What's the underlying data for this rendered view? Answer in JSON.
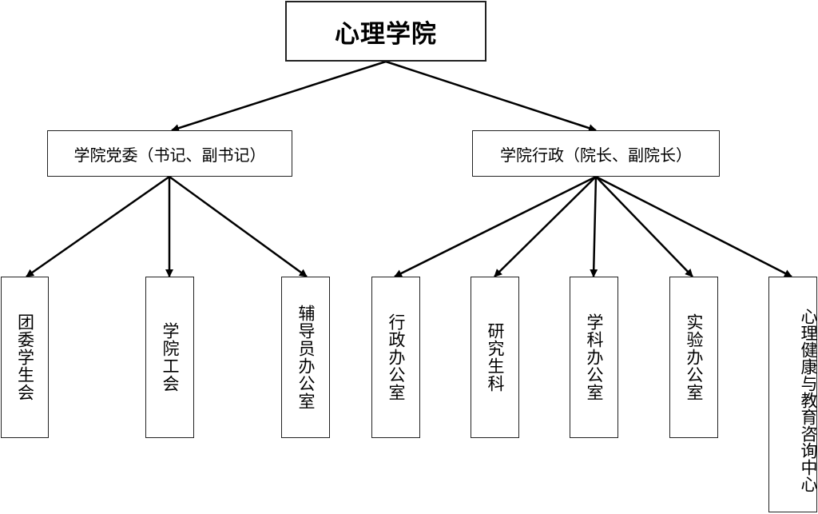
{
  "root": {
    "label": "心理学院"
  },
  "branches": [
    {
      "label": "学院党委（书记、副书记）",
      "children": [
        {
          "label": "团委学生会"
        },
        {
          "label": "学院工会"
        },
        {
          "label": "辅导员办公室"
        }
      ]
    },
    {
      "label": "学院行政（院长、副院长）",
      "children": [
        {
          "label": "行政办公室"
        },
        {
          "label": "研究生科"
        },
        {
          "label": "学科办公室"
        },
        {
          "label": "实验办公室"
        },
        {
          "label": "心理健康与教育咨询中心"
        }
      ]
    }
  ],
  "style": {
    "line_color": "#000000",
    "box_border_color": "#222222"
  }
}
